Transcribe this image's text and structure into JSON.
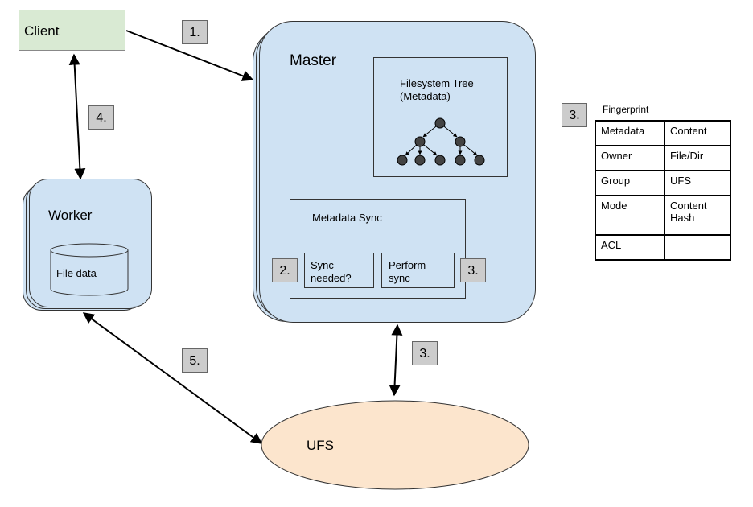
{
  "client": {
    "label": "Client"
  },
  "master": {
    "label": "Master"
  },
  "filesystem_tree": {
    "line1": "Filesystem Tree",
    "line2": "(Metadata)"
  },
  "metadata_sync": {
    "label": "Metadata Sync",
    "sync_needed_1": "Sync",
    "sync_needed_2": "needed?",
    "perform_sync_1": "Perform",
    "perform_sync_2": "sync"
  },
  "worker": {
    "label": "Worker",
    "file_data": "File data"
  },
  "ufs": {
    "label": "UFS"
  },
  "steps": {
    "s1": "1.",
    "s2": "2.",
    "s3_master": "3.",
    "s3_ufs": "3.",
    "s3_fingerprint": "3.",
    "s4": "4.",
    "s5": "5."
  },
  "fingerprint": {
    "title": "Fingerprint",
    "rows": [
      [
        "Metadata",
        "Content"
      ],
      [
        "Owner",
        "File/Dir"
      ],
      [
        "Group",
        "UFS"
      ],
      [
        "Mode",
        "Content Hash"
      ],
      [
        "ACL",
        ""
      ]
    ]
  },
  "colors": {
    "client_fill": "#d9ead3",
    "node_fill": "#cfe2f3",
    "ufs_fill": "#fce5cd",
    "step_fill": "#cccccc"
  }
}
